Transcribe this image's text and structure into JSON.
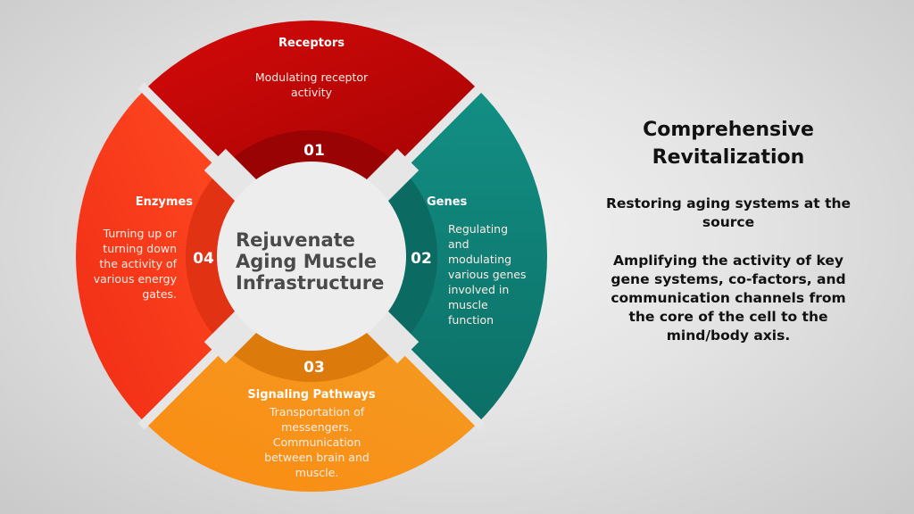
{
  "center": {
    "title_lines": [
      "Rejuvenate",
      "Aging Muscle",
      "Infrastructure"
    ]
  },
  "segments": [
    {
      "number": "01",
      "title": "Receptors",
      "description_lines": [
        "Modulating receptor",
        "activity"
      ],
      "position": "top",
      "color_outer_light": "#d40a0a",
      "color_outer_dark": "#a80303",
      "color_inner": "#9a0303"
    },
    {
      "number": "02",
      "title": "Genes",
      "description_lines": [
        "Regulating",
        "and",
        "modulating",
        "various  genes",
        "involved in",
        "muscle",
        "function"
      ],
      "position": "right",
      "color_outer_light": "#138f84",
      "color_outer_dark": "#0c6f66",
      "color_inner": "#0b6a62"
    },
    {
      "number": "03",
      "title": "Signaling Pathways",
      "description_lines": [
        "Transportation of",
        "messengers.",
        "Communication",
        "between brain and",
        "muscle."
      ],
      "position": "bottom",
      "color_outer_light": "#fb8c12",
      "color_outer_dark": "#f39a22",
      "color_inner": "#dc7b0c"
    },
    {
      "number": "04",
      "title": "Enzymes",
      "description_lines": [
        "Turning up or",
        "turning down",
        "the activity of",
        "various energy",
        "gates."
      ],
      "position": "left",
      "color_outer_light": "#ff4a22",
      "color_outer_dark": "#f02c14",
      "color_inner": "#e13213"
    }
  ],
  "side_panel": {
    "title": "Comprehensive Revitalization",
    "subtitle": "Restoring aging systems at the source",
    "body": "Amplifying the activity of key gene systems, co-factors, and communication channels from the core of the cell to the mind/body axis."
  },
  "colors": {
    "center_fill": "#ededed",
    "center_text": "#4a4a4a",
    "background_light": "#f2f2f2",
    "background_dark": "#c9c9c9"
  }
}
